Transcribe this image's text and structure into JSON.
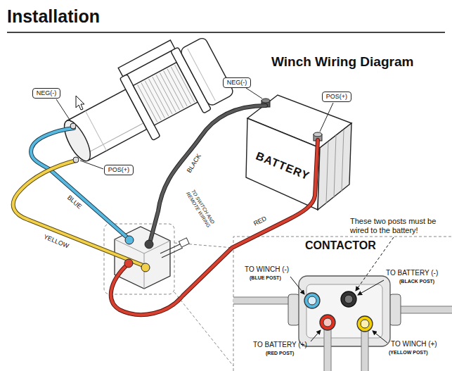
{
  "diagram": {
    "title": "Installation",
    "nodes": [
      {
        "text": [
          "NEG(-)"
        ]
      },
      {
        "text": [
          "POS(+)"
        ]
      },
      {
        "text": [
          "NEG(-)"
        ]
      },
      {
        "text": [
          "POS(+)"
        ]
      },
      {
        "text": [
          "BATTERY"
        ]
      }
    ],
    "labels": [
      "Winch Wiring Diagram",
      "BLACK",
      "BLUE",
      "YELLOW",
      "RED",
      "TO SWITCH AND REMOTE WIRING",
      "These two posts must be wired to the battery!",
      "CONTACTOR",
      "TO WINCH (-)",
      "(BLUE POST)",
      "TO BATTERY (-)",
      "(BLACK POST)",
      "TO BATTERY (+)",
      "(RED POST)",
      "TO WINCH (+)",
      "(YELLOW POST)"
    ]
  }
}
